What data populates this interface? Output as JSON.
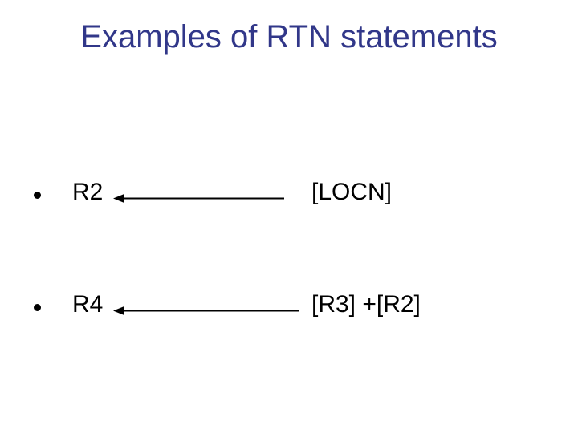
{
  "slide": {
    "title": "Examples of RTN statements",
    "colors": {
      "background": "#ffffff",
      "title_text": "#313789",
      "body_text": "#000000",
      "arrow": "#000000"
    },
    "bullets": [
      {
        "target": "R2",
        "source": "[LOCN]"
      },
      {
        "target": "R4",
        "source": "[R3] +[R2]"
      }
    ]
  }
}
